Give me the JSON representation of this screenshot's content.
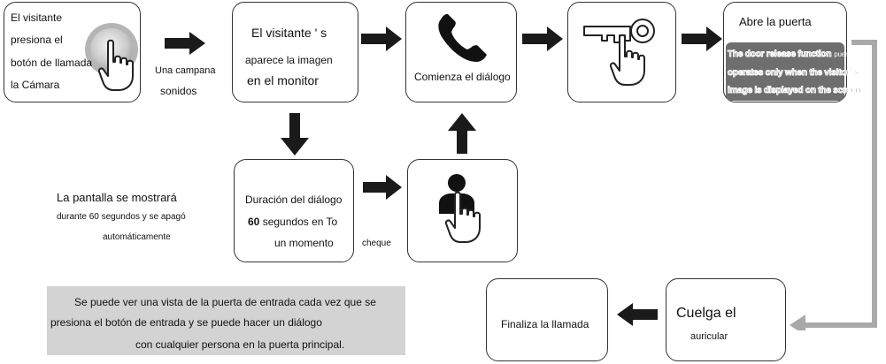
{
  "step1": {
    "line1": "El visitante",
    "line2": "presiona el",
    "line3": "botón de llamada",
    "line4": "la Cámara"
  },
  "bell": {
    "line1": "Una campana",
    "line2": "sonidos"
  },
  "step2": {
    "line1": "El visitante ' s",
    "line2": "aparece la imagen",
    "line3": "en el monitor"
  },
  "step3": {
    "label": "Comienza el diálogo"
  },
  "step5": {
    "title": "Abre la puerta",
    "panel_line1": "The door release function",
    "panel_line1_suffix": "puerta",
    "panel_line2": "operates only when the visitor' s",
    "panel_line3": "image is displayed on the screen"
  },
  "display": {
    "line1": "La pantalla se mostrará",
    "line2": "durante 60 segundos y se apagó",
    "line3": "automáticamente"
  },
  "duration": {
    "line1": "Duración del diálogo",
    "line2_bold": "60",
    "line2_rest": " segundos en To",
    "line3": "un momento"
  },
  "check": {
    "label": "cheque"
  },
  "note": {
    "line1": "Se puede ver una vista de la puerta de entrada cada vez que se",
    "line2": "presiona el botón de entrada y se puede hacer un diálogo",
    "line3": "con cualquier persona en la puerta principal."
  },
  "hangup": {
    "line1": "Cuelga el",
    "line2": "auricular"
  },
  "end": {
    "label": "Finaliza la llamada"
  },
  "colors": {
    "arrow": "#1a1a1a",
    "connector": "#a9a9a9",
    "panel": "#6e6e6e",
    "note": "#d3d3d3"
  }
}
